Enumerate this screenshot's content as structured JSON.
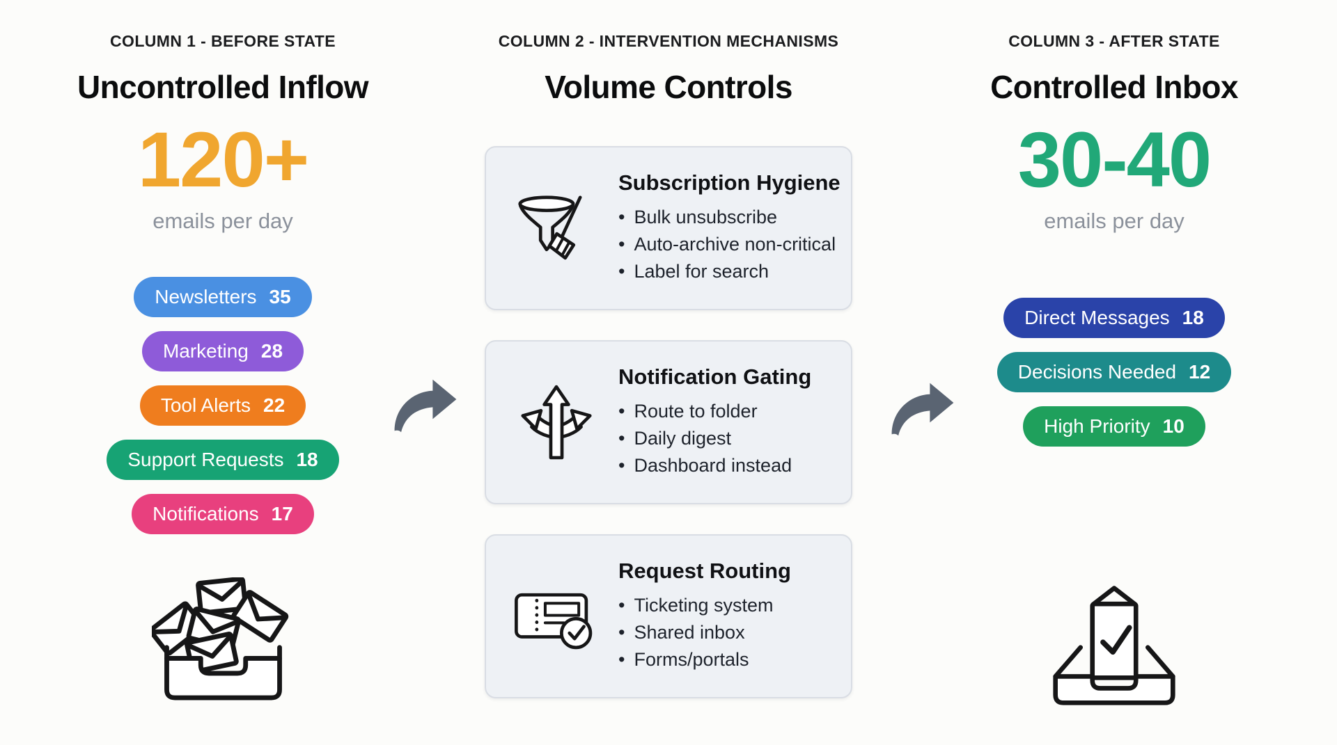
{
  "arrows": {
    "color": "#5a6472"
  },
  "columns": [
    {
      "eyebrow": "COLUMN 1 - BEFORE STATE",
      "title": "Uncontrolled Inflow",
      "metric": {
        "value": "120+",
        "color": "#f0a62f",
        "caption": "emails per day"
      },
      "pills": [
        {
          "label": "Newsletters",
          "count": "35",
          "color": "#4a90e2"
        },
        {
          "label": "Marketing",
          "count": "28",
          "color": "#8e5bd9"
        },
        {
          "label": "Tool Alerts",
          "count": "22",
          "color": "#ef7d1e"
        },
        {
          "label": "Support Requests",
          "count": "18",
          "color": "#17a374"
        },
        {
          "label": "Notifications",
          "count": "17",
          "color": "#e8407e"
        }
      ]
    },
    {
      "eyebrow": "COLUMN 2 - INTERVENTION MECHANISMS",
      "title": "Volume Controls",
      "cards": [
        {
          "title": "Subscription Hygiene",
          "bullets": [
            "Bulk unsubscribe",
            "Auto-archive non-critical",
            "Label for search"
          ]
        },
        {
          "title": "Notification Gating",
          "bullets": [
            "Route to folder",
            "Daily digest",
            "Dashboard instead"
          ]
        },
        {
          "title": "Request Routing",
          "bullets": [
            "Ticketing system",
            "Shared inbox",
            "Forms/portals"
          ]
        }
      ]
    },
    {
      "eyebrow": "COLUMN 3 - AFTER STATE",
      "title": "Controlled Inbox",
      "metric": {
        "value": "30-40",
        "color": "#21a878",
        "caption": "emails per day"
      },
      "pills": [
        {
          "label": "Direct Messages",
          "count": "18",
          "color": "#2a43a9"
        },
        {
          "label": "Decisions Needed",
          "count": "12",
          "color": "#1d8b8b"
        },
        {
          "label": "High Priority",
          "count": "10",
          "color": "#1fa05c"
        }
      ]
    }
  ]
}
